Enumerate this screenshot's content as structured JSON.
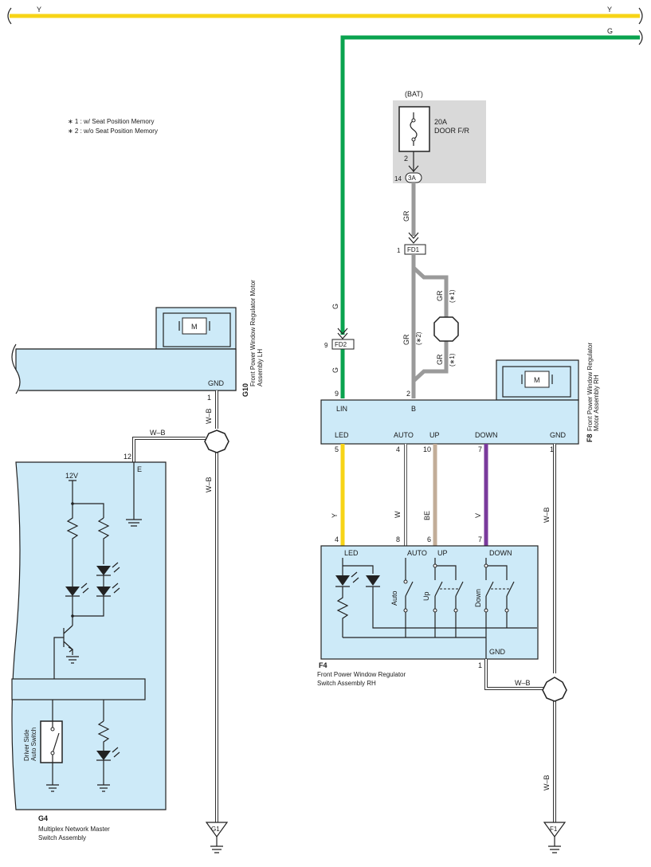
{
  "colors": {
    "wire_Y": "#f7d417",
    "wire_G": "#0aa34f",
    "wire_GR": "#9a9a9a",
    "wire_BE": "#c2ad98",
    "wire_V": "#7a3a9c",
    "fuse_box": "#d9d9d9",
    "component_fill": "#cdeaf8"
  },
  "wire_labels": {
    "y_top_left": "Y",
    "y_top_right": "Y",
    "g_top": "G",
    "g_lower1": "G",
    "g_lower2": "G",
    "gr1": "GR",
    "gr2": "GR",
    "gr3": "GR",
    "gr4": "GR",
    "note1a": "(∗1)",
    "note2": "(∗2)",
    "note1b": "(∗1)",
    "wb1": "W–B",
    "wb2": "W–B",
    "wb3": "W–B",
    "wb4": "W–B",
    "wb5": "W–B",
    "wb6": "W–B",
    "y_led": "Y",
    "w_auto": "W",
    "be_up": "BE",
    "v_down": "V"
  },
  "legend": {
    "note1": "∗ 1 : w/ Seat Position Memory",
    "note2": "∗ 2 : w/o Seat Position Memory"
  },
  "fuse": {
    "source": "(BAT)",
    "rating": "20A",
    "name": "DOOR F/R",
    "pin_in": "2",
    "pin_out": "14",
    "junction": "3A"
  },
  "connectors": {
    "fd1": "FD1",
    "fd1_pin": "1",
    "fd2": "FD2",
    "fd2_pin": "9"
  },
  "f8": {
    "id": "F8",
    "name_l1": "Front Power Window Regulator",
    "name_l2": "Motor Assembly RH",
    "pin_lin": "9",
    "pin_b": "2",
    "lin": "LIN",
    "b": "B",
    "led": "LED",
    "auto": "AUTO",
    "up": "UP",
    "down": "DOWN",
    "gnd": "GND",
    "pin_led": "5",
    "pin_auto": "4",
    "pin_up": "10",
    "pin_down": "7",
    "pin_gnd": "1",
    "motor": "M"
  },
  "f4": {
    "id": "F4",
    "name_l1": "Front Power Window Regulator",
    "name_l2": "Switch Assembly RH",
    "led": "LED",
    "auto": "AUTO",
    "up": "UP",
    "down": "DOWN",
    "gnd": "GND",
    "pin_led": "4",
    "pin_auto": "8",
    "pin_up": "6",
    "pin_down": "7",
    "pin_gnd": "1",
    "sw_auto": "Auto",
    "sw_up": "Up",
    "sw_down": "Down"
  },
  "g10": {
    "id": "G10",
    "name_l1": "Front Power Window Regulator Motor",
    "name_l2": "Assembly LH",
    "gnd": "GND",
    "pin_gnd": "1",
    "motor": "M"
  },
  "g4": {
    "id": "G4",
    "name_l1": "Multiplex Network Master",
    "name_l2": "Switch Assembly",
    "pin_e": "12",
    "e": "E",
    "v12": "12V",
    "sw_l1": "Driver Side",
    "sw_l2": "Auto Switch"
  },
  "grounds": {
    "g1": "G1",
    "f1": "F1"
  }
}
